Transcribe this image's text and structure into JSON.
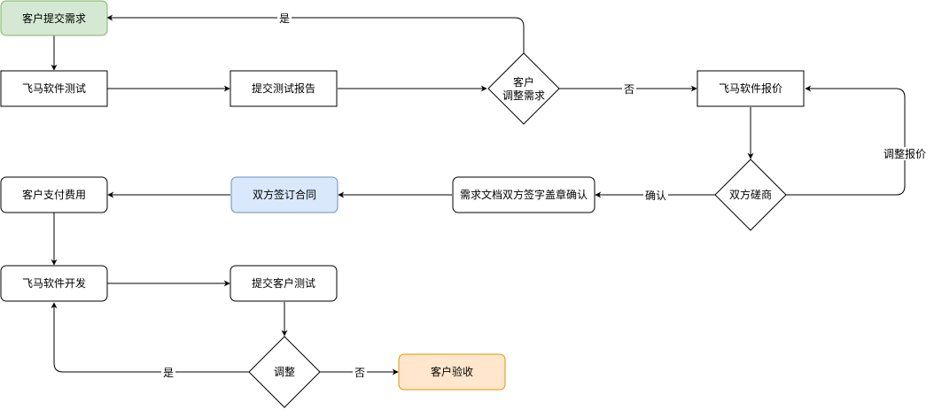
{
  "diagram": {
    "nodes": {
      "customer_request": {
        "label": "客户提交需求",
        "fill": "#d5e8d4",
        "stroke": "#82b366"
      },
      "feima_test": {
        "label": "飞马软件测试",
        "fill": "#ffffff",
        "stroke": "#000000"
      },
      "submit_report": {
        "label": "提交测试报告",
        "fill": "#ffffff",
        "stroke": "#000000"
      },
      "decision_adjust_line1": {
        "label": "客户"
      },
      "decision_adjust_line2": {
        "label": "调整需求"
      },
      "feima_quote": {
        "label": "飞马软件报价",
        "fill": "#ffffff",
        "stroke": "#000000"
      },
      "negotiate": {
        "label": "双方磋商"
      },
      "doc_confirm": {
        "label": "需求文档双方签字盖章确认",
        "fill": "#ffffff",
        "stroke": "#000000"
      },
      "sign_contract": {
        "label": "双方签订合同",
        "fill": "#dae8fc",
        "stroke": "#6c8ebf"
      },
      "customer_pay": {
        "label": "客户支付费用",
        "fill": "#ffffff",
        "stroke": "#000000"
      },
      "feima_dev": {
        "label": "飞马软件开发",
        "fill": "#ffffff",
        "stroke": "#000000"
      },
      "submit_customer_test": {
        "label": "提交客户测试",
        "fill": "#ffffff",
        "stroke": "#000000"
      },
      "decision_adjust2": {
        "label": "调整"
      },
      "customer_accept": {
        "label": "客户验收",
        "fill": "#ffe6cc",
        "stroke": "#d79b00"
      }
    },
    "edge_labels": {
      "yes_top": "是",
      "no_to_quote": "否",
      "adjust_quote": "调整报价",
      "confirm": "确认",
      "yes_bottom": "是",
      "no_to_accept": "否"
    }
  }
}
